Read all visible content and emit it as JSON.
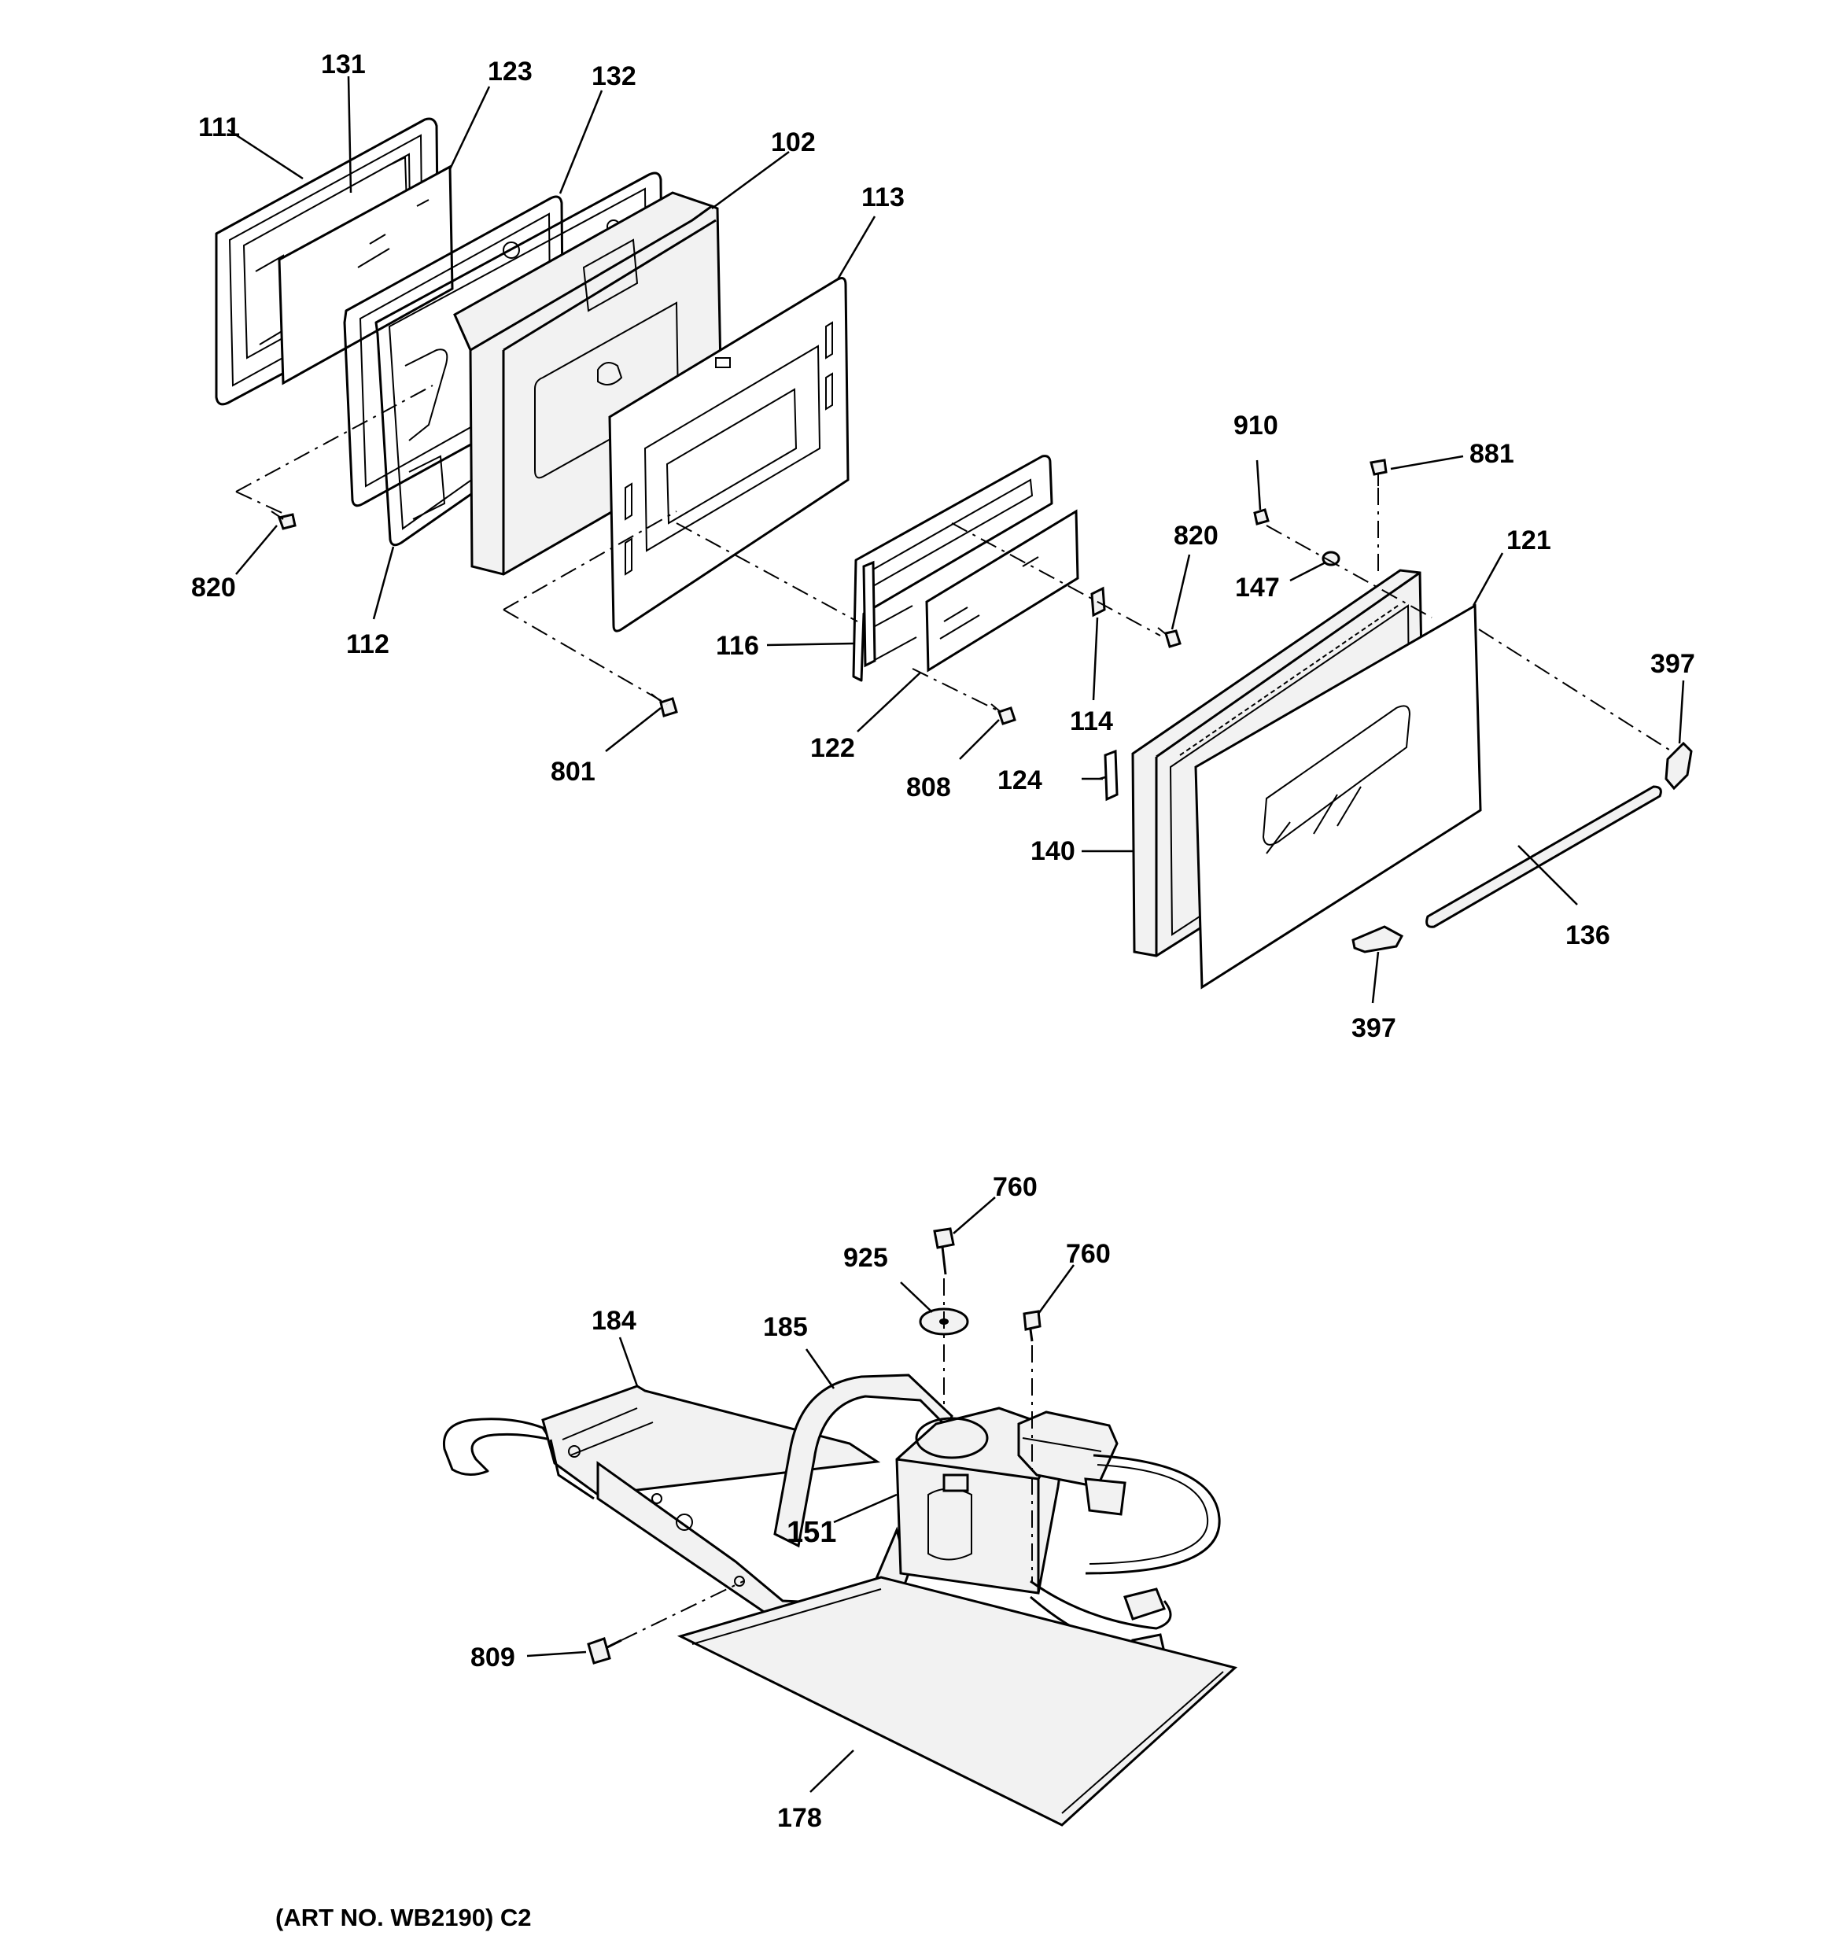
{
  "diagram": {
    "part_labels": [
      "131",
      "123",
      "132",
      "111",
      "102",
      "113",
      "820",
      "112",
      "801",
      "910",
      "881",
      "121",
      "820",
      "147",
      "116",
      "114",
      "122",
      "808",
      "397",
      "124",
      "140",
      "136",
      "397",
      "760",
      "925",
      "760",
      "184",
      "185",
      "151",
      "809",
      "178"
    ],
    "caption": "(ART NO. WB2190) C2"
  }
}
